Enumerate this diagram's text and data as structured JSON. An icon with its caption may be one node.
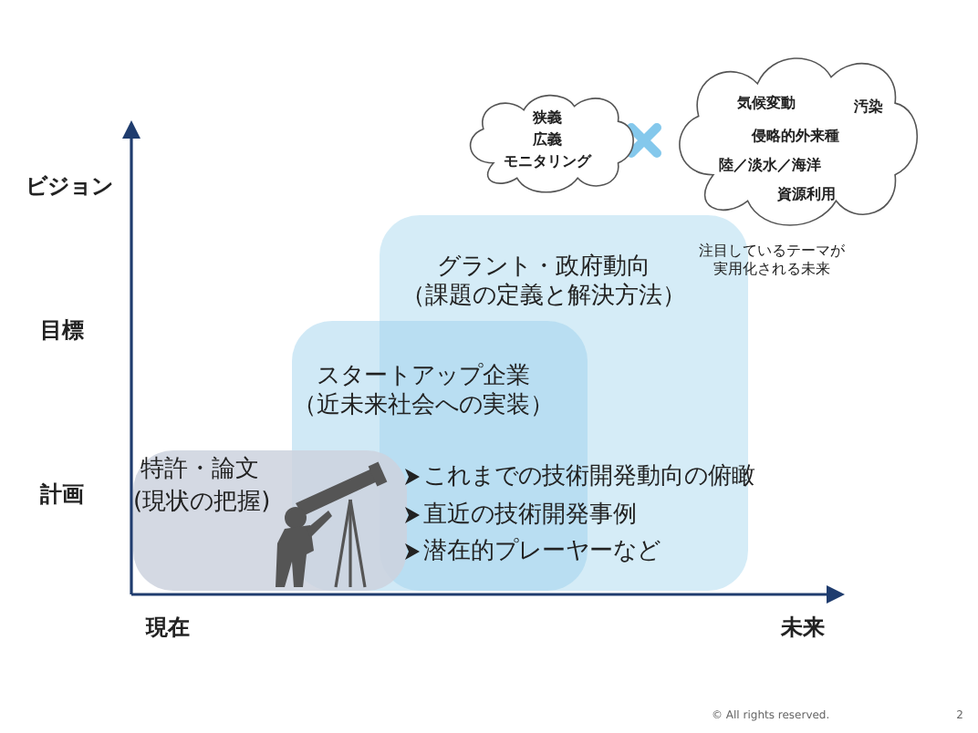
{
  "diagram": {
    "nodes": [
      {
        "text": [
          "狭義",
          "広義",
          "モニタリング"
        ]
      },
      {
        "text": [
          "気候変動",
          "汚染",
          "侵略的外来種",
          "陸／淡水／海洋",
          "資源利用"
        ]
      },
      {
        "text": [
          "グラント・政府動向",
          "（課題の定義と解決方法）"
        ]
      },
      {
        "text": [
          "スタートアップ企業",
          "（近未来社会への実装）"
        ]
      },
      {
        "text": [
          "特許・論文",
          "(現状の把握)"
        ]
      }
    ],
    "labels": [
      "注目しているテーマが実用化される未来",
      "ビジョン",
      "目標",
      "計画",
      "これまでの技術開発動向の俯瞰",
      "直近の技術開発事例",
      "潜在的プレーヤーなど",
      "現在",
      "未来",
      "© All rights reserved.",
      "2"
    ]
  }
}
